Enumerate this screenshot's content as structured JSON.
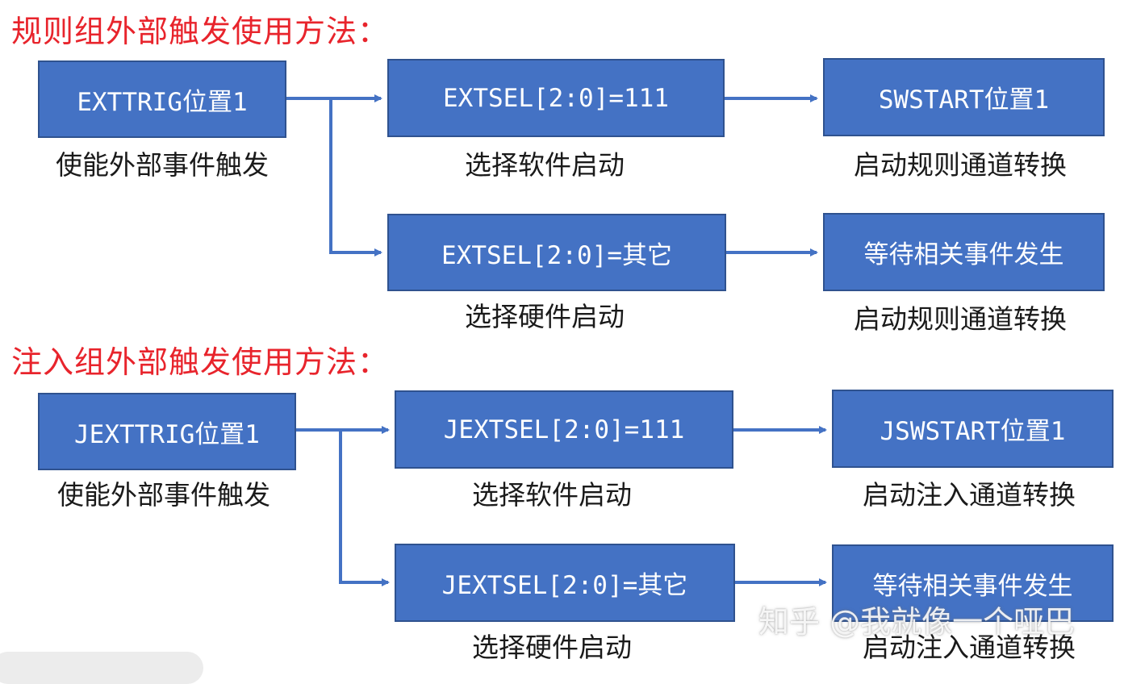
{
  "regular": {
    "title": "规则组外部触发使用方法：",
    "enable_box": "EXTTRIG位置1",
    "enable_caption": "使能外部事件触发",
    "sw_sel_box": "EXTSEL[2:0]=111",
    "sw_sel_caption": "选择软件启动",
    "sw_start_box": "SWSTART位置1",
    "sw_start_caption": "启动规则通道转换",
    "hw_sel_box": "EXTSEL[2:0]=其它",
    "hw_sel_caption": "选择硬件启动",
    "hw_wait_box": "等待相关事件发生",
    "hw_wait_caption": "启动规则通道转换"
  },
  "injected": {
    "title": "注入组外部触发使用方法：",
    "enable_box": "JEXTTRIG位置1",
    "enable_caption": "使能外部事件触发",
    "sw_sel_box": "JEXTSEL[2:0]=111",
    "sw_sel_caption": "选择软件启动",
    "sw_start_box": "JSWSTART位置1",
    "sw_start_caption": "启动注入通道转换",
    "hw_sel_box": "JEXTSEL[2:0]=其它",
    "hw_sel_caption": "选择硬件启动",
    "hw_wait_box": "等待相关事件发生",
    "hw_wait_caption": "启动注入通道转换"
  },
  "watermark": "知乎 @我就像一个哑巴",
  "colors": {
    "title": "#e8242c",
    "box_fill": "#4472c4",
    "box_border": "#2f528f",
    "arrow": "#4472c4"
  }
}
